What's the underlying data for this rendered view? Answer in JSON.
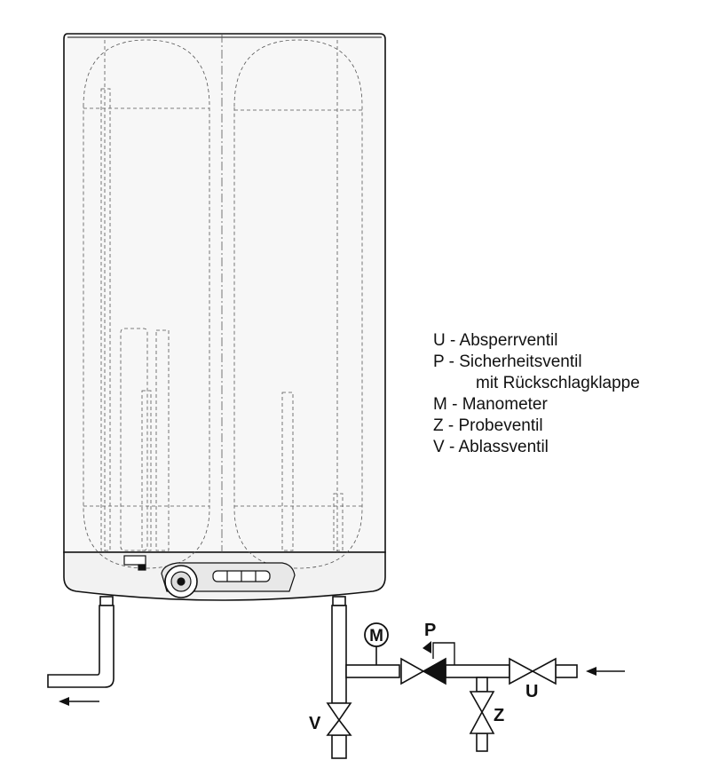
{
  "legend": {
    "u": "U - Absperrventil",
    "p_line1": "P - Sicherheitsventil",
    "p_line2": "mit Rückschlagklappe",
    "m": "M - Manometer",
    "z": "Z - Probeventil",
    "v": "V - Ablassventil"
  },
  "labels": {
    "manometer": "M",
    "safety_valve": "P",
    "shutoff_valve": "U",
    "test_valve": "Z",
    "drain_valve": "V"
  },
  "colors": {
    "line": "#111111",
    "hidden_line": "#555555",
    "heater_fill": "#f7f7f7",
    "valve_fill": "#111111"
  }
}
